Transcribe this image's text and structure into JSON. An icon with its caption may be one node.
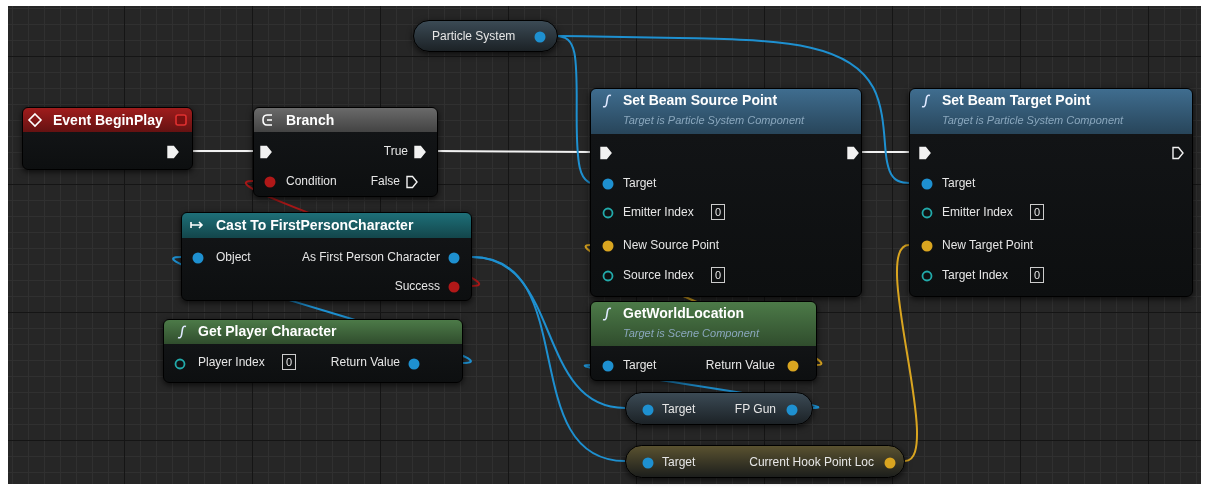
{
  "diagram": {
    "nodes": [
      {
        "text": [
          "Particle System"
        ]
      },
      {
        "text": [
          "Event BeginPlay"
        ]
      },
      {
        "text": [
          "Branch",
          "True",
          "Condition",
          "False"
        ]
      },
      {
        "text": [
          "Set Beam Source Point",
          "Target is Particle System Component",
          "Target",
          "Emitter Index",
          "0",
          "New Source Point",
          "Source Index",
          "0"
        ]
      },
      {
        "text": [
          "Set Beam Target Point",
          "Target is Particle System Component",
          "Target",
          "Emitter Index",
          "0",
          "New Target Point",
          "Target Index",
          "0"
        ]
      },
      {
        "text": [
          "Cast To FirstPersonCharacter",
          "Object",
          "As First Person Character",
          "Success"
        ]
      },
      {
        "text": [
          "Get Player Character",
          "Player Index",
          "0",
          "Return Value"
        ]
      },
      {
        "text": [
          "GetWorldLocation",
          "Target is Scene Component",
          "Target",
          "Return Value"
        ]
      },
      {
        "text": [
          "Target",
          "FP Gun"
        ]
      },
      {
        "text": [
          "Target",
          "Current Hook Point Loc"
        ]
      }
    ],
    "edges": [
      {
        "from": 1,
        "to": 2,
        "arrow": "none",
        "color": "#f2f2f2"
      },
      {
        "from": 2,
        "to": 3,
        "arrow": "none",
        "color": "#f2f2f2"
      },
      {
        "from": 3,
        "to": 4,
        "arrow": "none",
        "color": "#f2f2f2"
      },
      {
        "from": 0,
        "to": 3,
        "arrow": "none"
      },
      {
        "from": 0,
        "to": 4,
        "arrow": "none"
      },
      {
        "from": 6,
        "to": 5,
        "arrow": "none"
      },
      {
        "from": 5,
        "to": 8,
        "arrow": "none"
      },
      {
        "from": 5,
        "to": 9,
        "arrow": "none"
      },
      {
        "from": 8,
        "to": 7,
        "arrow": "none"
      },
      {
        "from": 7,
        "to": 3,
        "arrow": "none",
        "color": "#d9a520"
      },
      {
        "from": 9,
        "to": 4,
        "arrow": "none",
        "color": "#d9a520"
      },
      {
        "from": 5,
        "to": 2,
        "arrow": "none",
        "color": "#a81818"
      }
    ]
  }
}
